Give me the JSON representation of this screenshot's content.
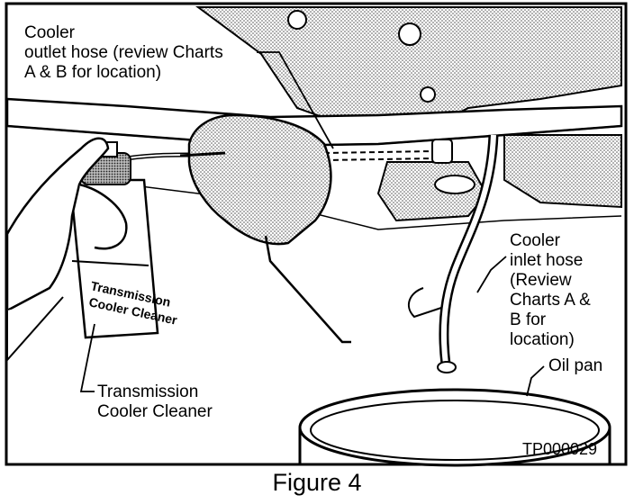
{
  "labels": {
    "outlet_hose_line1": "Cooler",
    "outlet_hose_line2": "outlet hose (review Charts",
    "outlet_hose_line3": "A & B for location)",
    "inlet_hose_line1": "Cooler",
    "inlet_hose_line2": "inlet hose",
    "inlet_hose_line3": "(Review",
    "inlet_hose_line4": "Charts A &",
    "inlet_hose_line5": "B for",
    "inlet_hose_line6": "location)",
    "oil_pan": "Oil pan",
    "cleaner_line1": "Transmission",
    "cleaner_line2": "Cooler Cleaner",
    "can_text_line1": "Transmission",
    "can_text_line2": "Cooler Cleaner",
    "part_number": "TP000029"
  },
  "caption": "Figure 4",
  "colors": {
    "ink": "#000000",
    "paper": "#ffffff",
    "shade": "#7a7a7a"
  }
}
